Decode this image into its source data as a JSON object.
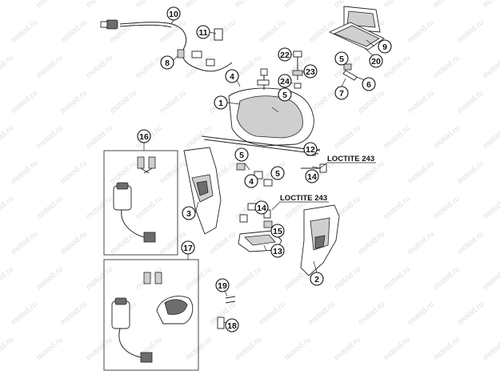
{
  "watermark": "motod.ru",
  "notes": {
    "loctite_upper": "LOCTITE 243",
    "loctite_lower": "LOCTITE 243"
  },
  "callouts": [
    "1",
    "2",
    "3",
    "4",
    "4",
    "5",
    "5",
    "5",
    "5",
    "6",
    "7",
    "8",
    "9",
    "10",
    "11",
    "12",
    "13",
    "14",
    "14",
    "15",
    "16",
    "17",
    "18",
    "19",
    "20",
    "22",
    "23",
    "24"
  ]
}
